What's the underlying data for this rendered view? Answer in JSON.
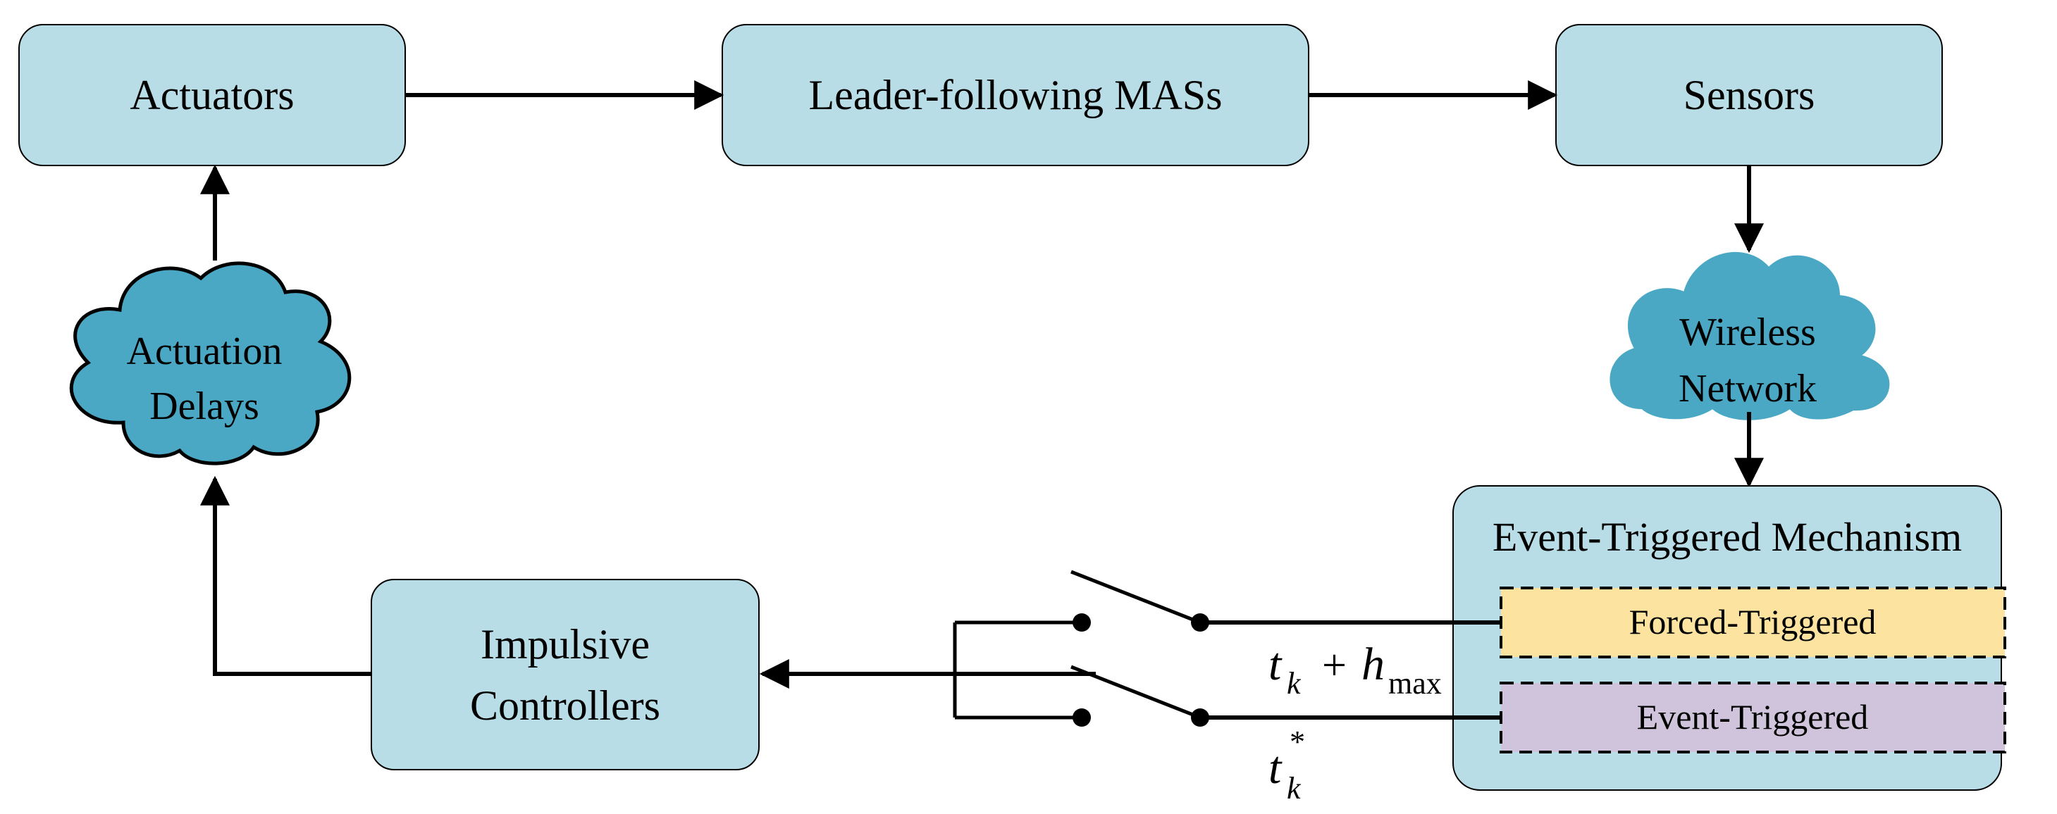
{
  "colors": {
    "box_fill": "#b8dde6",
    "box_stroke": "#000000",
    "cloud_fill": "#4aa8c4",
    "forced_fill": "#fce4a0",
    "event_fill": "#d0c4dc",
    "line": "#000000"
  },
  "nodes": {
    "actuators": "Actuators",
    "mas": "Leader-following MASs",
    "sensors": "Sensors",
    "actuation_delays_line1": "Actuation",
    "actuation_delays_line2": "Delays",
    "wireless_line1": "Wireless",
    "wireless_line2": "Network",
    "etm_title": "Event-Triggered Mechanism",
    "forced_triggered": "Forced-Triggered",
    "event_triggered": "Event-Triggered",
    "impulsive_line1": "Impulsive",
    "impulsive_line2": "Controllers"
  },
  "labels": {
    "upper_t": "t",
    "upper_k": "k",
    "upper_plus": "+",
    "upper_h": "h",
    "upper_max": "max",
    "lower_t": "t",
    "lower_k": "k",
    "lower_star": "*"
  }
}
